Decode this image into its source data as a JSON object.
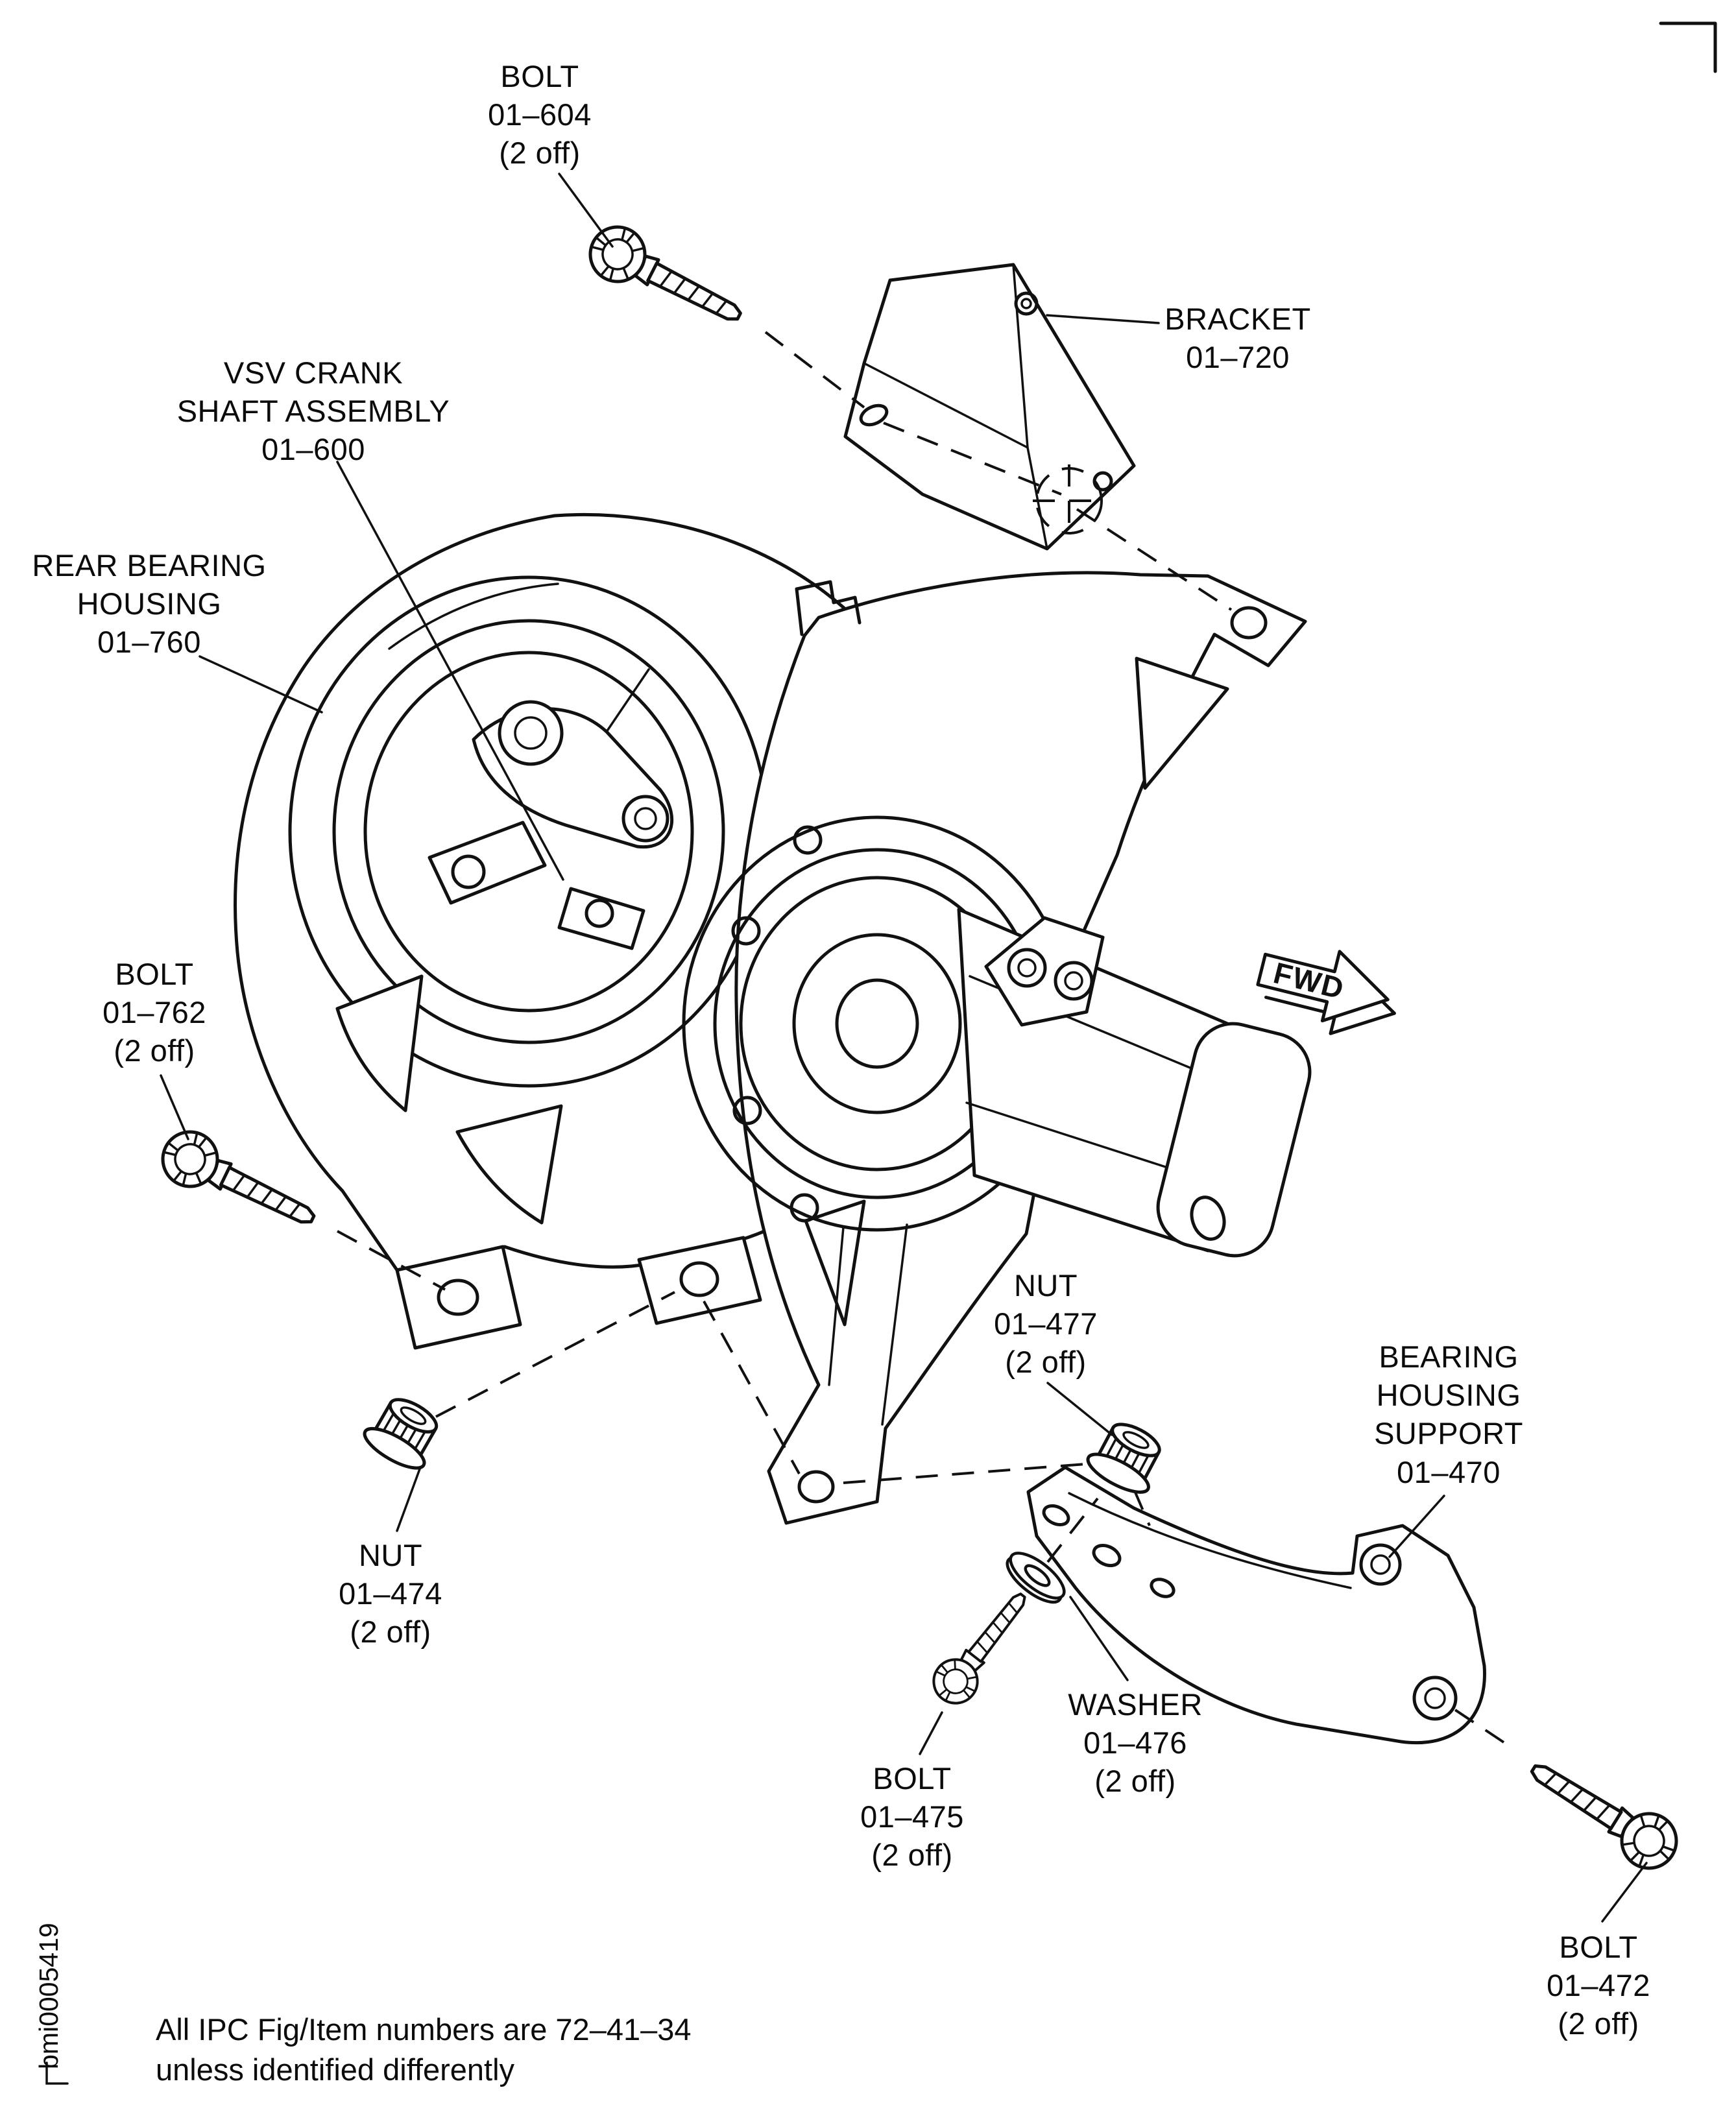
{
  "figure": {
    "fwd_label": "FWD",
    "doc_id": "bmi0005419",
    "note_line1": "All IPC Fig/Item numbers are 72–41–34",
    "note_line2": "unless identified differently"
  },
  "parts": {
    "bolt_604": {
      "name": "BOLT",
      "number": "01–604",
      "qty": "(2 off)"
    },
    "bracket_720": {
      "name": "BRACKET",
      "number": "01–720"
    },
    "vsv_crank_600": {
      "name_line1": "VSV CRANK",
      "name_line2": "SHAFT ASSEMBLY",
      "number": "01–600"
    },
    "rear_bearing_housing_760": {
      "name_line1": "REAR BEARING",
      "name_line2": "HOUSING",
      "number": "01–760"
    },
    "bolt_762": {
      "name": "BOLT",
      "number": "01–762",
      "qty": "(2 off)"
    },
    "nut_477": {
      "name": "NUT",
      "number": "01–477",
      "qty": "(2 off)"
    },
    "bearing_housing_support_470": {
      "name_line1": "BEARING",
      "name_line2": "HOUSING",
      "name_line3": "SUPPORT",
      "number": "01–470"
    },
    "nut_474": {
      "name": "NUT",
      "number": "01–474",
      "qty": "(2 off)"
    },
    "washer_476": {
      "name": "WASHER",
      "number": "01–476",
      "qty": "(2 off)"
    },
    "bolt_475": {
      "name": "BOLT",
      "number": "01–475",
      "qty": "(2 off)"
    },
    "bolt_472": {
      "name": "BOLT",
      "number": "01–472",
      "qty": "(2 off)"
    }
  },
  "colors": {
    "line": "#111111",
    "background": "#ffffff"
  }
}
